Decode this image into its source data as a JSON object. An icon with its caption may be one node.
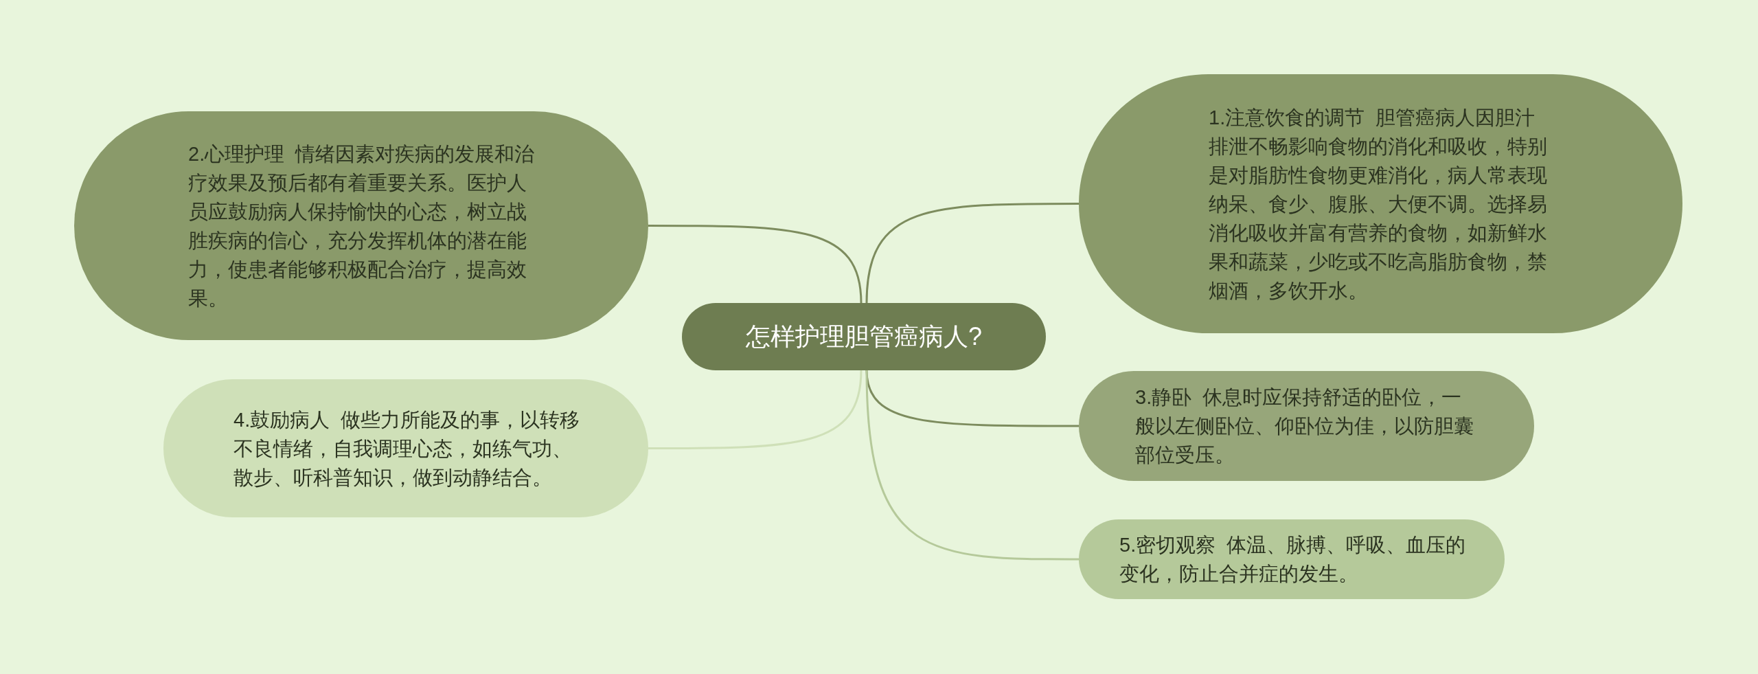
{
  "diagram": {
    "nodes": [
      {
        "text": [
          "怎样护理胆管癌病人?"
        ]
      },
      {
        "text": [
          "1.注意饮食的调节  胆管癌病人因胆汁排泄不畅影响食物的消化和吸收，特别是对脂肪性食物更难消化，病人常表现纳呆、食少、腹胀、大便不调。选择易消化吸收并富有营养的食物，如新鲜水果和蔬菜，少吃或不吃高脂肪食物，禁烟酒，多饮开水。"
        ]
      },
      {
        "text": [
          "2.心理护理  情绪因素对疾病的发展和治疗效果及预后都有着重要关系。医护人员应鼓励病人保持愉快的心态，树立战胜疾病的信心，充分发挥机体的潜在能力，使患者能够积极配合治疗，提高效果。"
        ]
      },
      {
        "text": [
          "3.静卧  休息时应保持舒适的卧位，一般以左侧卧位、仰卧位为佳，以防胆囊部位受压。"
        ]
      },
      {
        "text": [
          "4.鼓励病人  做些力所能及的事，以转移不良情绪，自我调理心态，如练气功、散步、听科普知识，做到动静结合。"
        ]
      },
      {
        "text": [
          "5.密切观察  体温、脉搏、呼吸、血压的变化，防止合并症的发生。"
        ]
      }
    ],
    "edges": [
      {
        "from": 0,
        "to": 1,
        "arrow": "none"
      },
      {
        "from": 0,
        "to": 2,
        "arrow": "none"
      },
      {
        "from": 0,
        "to": 3,
        "arrow": "none"
      },
      {
        "from": 0,
        "to": 4,
        "arrow": "none",
        "color": "#cfe0b8"
      },
      {
        "from": 0,
        "to": 5,
        "arrow": "none",
        "color": "#b5c99a"
      }
    ]
  }
}
